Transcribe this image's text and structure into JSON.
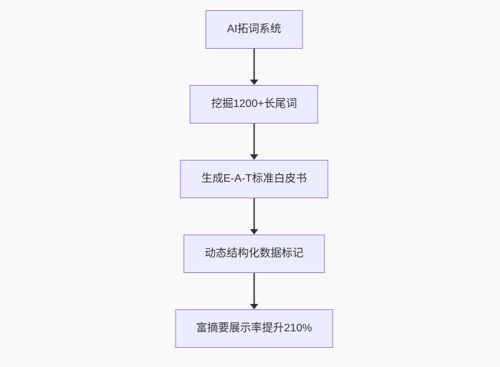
{
  "diagram": {
    "type": "flowchart",
    "direction": "top-down",
    "colors": {
      "background": "#f9f9f9",
      "node_fill": "#ECECFF",
      "node_border": "#9370DB",
      "node_text": "#333333",
      "arrow": "#333333"
    },
    "nodes": [
      {
        "label": "AI拓词系统"
      },
      {
        "label": "挖掘1200+长尾词"
      },
      {
        "label": "生成E-A-T标准白皮书"
      },
      {
        "label": "动态结构化数据标记"
      },
      {
        "label": "富摘要展示率提升210%"
      }
    ],
    "edges": [
      {
        "from": 0,
        "to": 1
      },
      {
        "from": 1,
        "to": 2
      },
      {
        "from": 2,
        "to": 3
      },
      {
        "from": 3,
        "to": 4
      }
    ]
  }
}
